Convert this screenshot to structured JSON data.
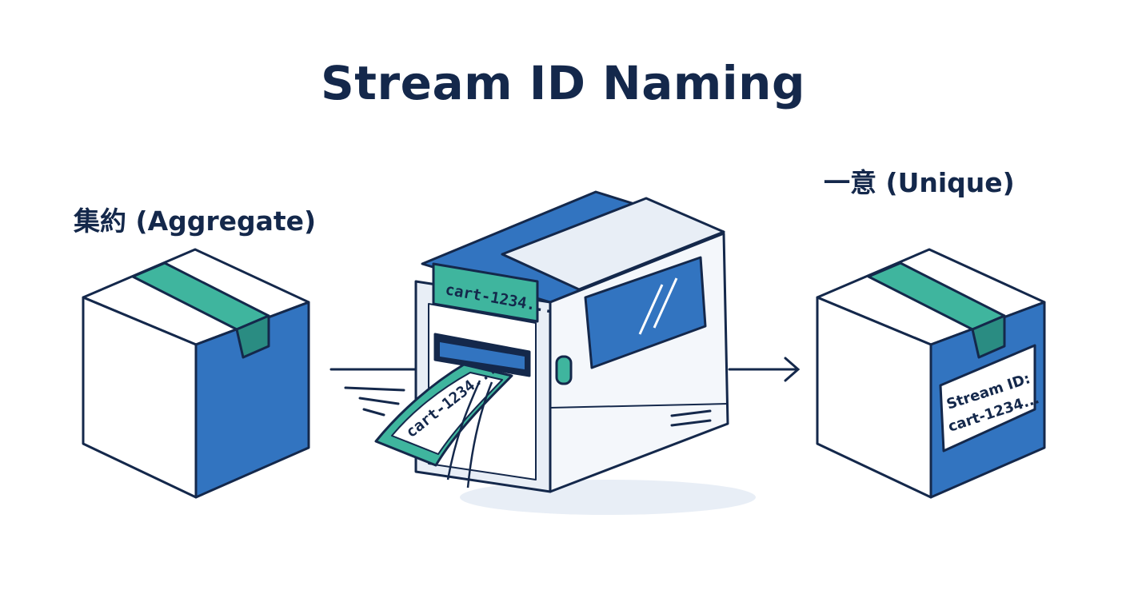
{
  "title": "Stream ID Naming",
  "left_box": {
    "label": "集約 (Aggregate)"
  },
  "printer": {
    "screen_text": "cart-1234...",
    "label_text": "cart-1234..."
  },
  "right_box": {
    "label": "一意 (Unique)",
    "tag_line1": "Stream ID:",
    "tag_line2": "cart-1234..."
  },
  "colors": {
    "navy": "#14284b",
    "blue": "#3274c0",
    "teal": "#3fb59e",
    "light": "#e8eef6"
  }
}
